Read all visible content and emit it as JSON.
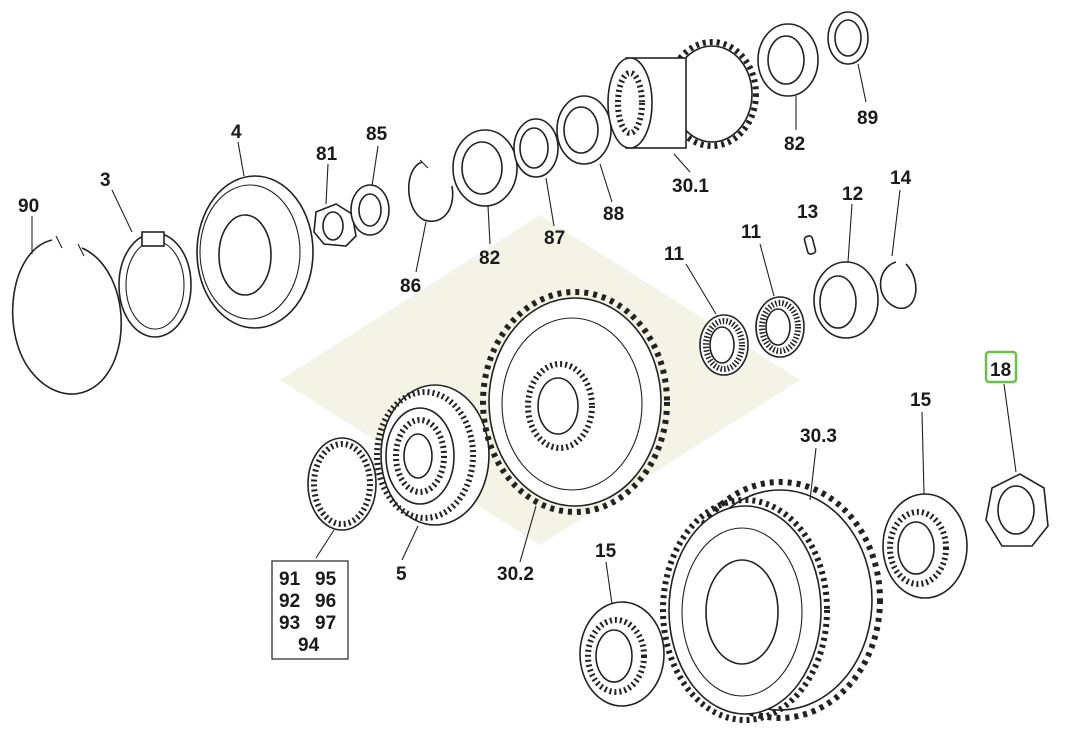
{
  "callouts": {
    "c90": "90",
    "c3": "3",
    "c4": "4",
    "c81": "81",
    "c85": "85",
    "c86": "86",
    "c82a": "82",
    "c87": "87",
    "c88": "88",
    "c30_1": "30.1",
    "c82b": "82",
    "c89": "89",
    "c13": "13",
    "c12": "12",
    "c14": "14",
    "c11a": "11",
    "c11b": "11",
    "c18": "18",
    "c15a": "15",
    "c30_3": "30.3",
    "c5": "5",
    "c30_2": "30.2",
    "c15b": "15"
  },
  "kit_box": {
    "r1a": "91",
    "r1b": "95",
    "r2a": "92",
    "r2b": "96",
    "r3a": "93",
    "r3b": "97",
    "r4": "94"
  },
  "selected_callout": "18",
  "colors": {
    "selection": "#6cc04a",
    "ink": "#222222",
    "watermark": "#f3f3e6"
  }
}
